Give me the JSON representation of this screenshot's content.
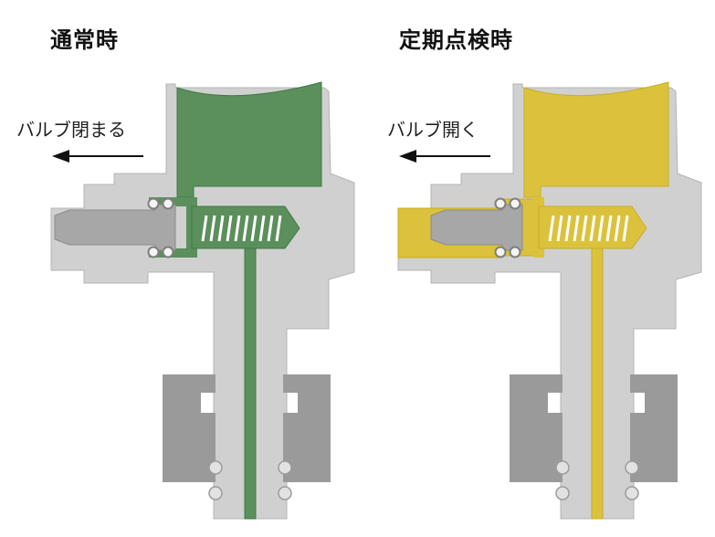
{
  "panels": [
    {
      "title": "通常時",
      "label": "バルブ閉まる",
      "fluid_color": "#5b8f5c",
      "fluid_stroke": "#3f7a45"
    },
    {
      "title": "定期点検時",
      "label": "バルブ開く",
      "fluid_color": "#dcc23c",
      "fluid_stroke": "#c9ad22"
    }
  ],
  "colors": {
    "body": "#d0d0d0",
    "body_stroke": "#b4b4b4",
    "stem": "#a7a7a7",
    "stem_dark": "#8a8a8a",
    "flange": "#9a9a9a",
    "seal": "#c4c4c4",
    "spring_line": "#ffffff",
    "arrow": "#111111"
  }
}
